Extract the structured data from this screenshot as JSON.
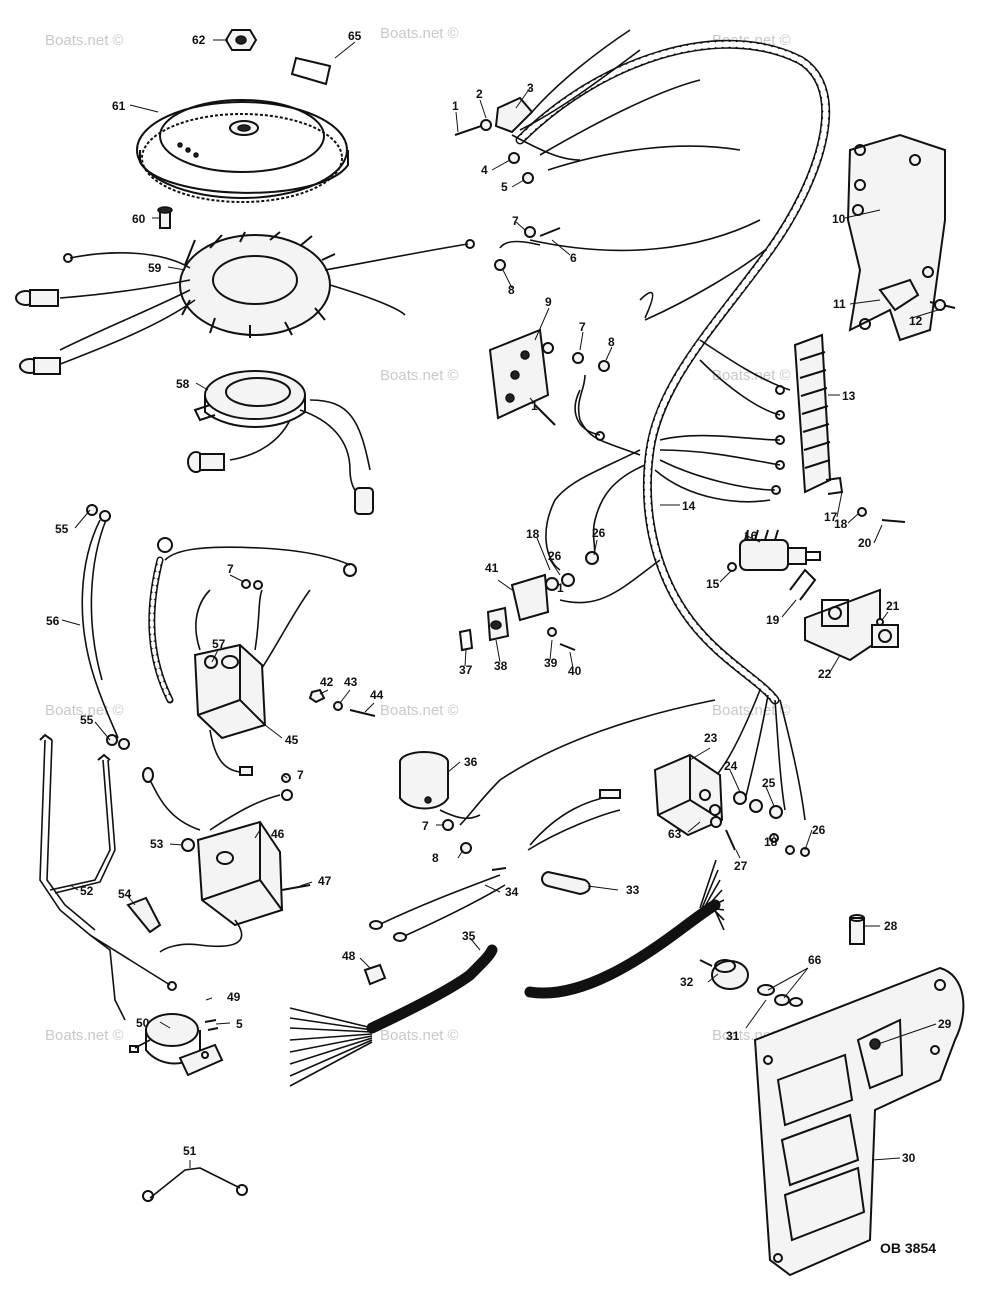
{
  "diagram": {
    "document_code": "OB 3854",
    "watermark": "Boats.net ©",
    "callouts": {
      "p1": "1",
      "p2": "2",
      "p3": "3",
      "p4": "4",
      "p5": "5",
      "p6": "6",
      "p7": "7",
      "p8": "8",
      "p9": "9",
      "p10": "10",
      "p11": "11",
      "p12": "12",
      "p13": "13",
      "p14": "14",
      "p15": "15",
      "p16": "16",
      "p17": "17",
      "p18": "18",
      "p19": "19",
      "p20": "20",
      "p21": "21",
      "p22": "22",
      "p23": "23",
      "p24": "24",
      "p25": "25",
      "p26": "26",
      "p27": "27",
      "p28": "28",
      "p29": "29",
      "p30": "30",
      "p31": "31",
      "p32": "32",
      "p33": "33",
      "p34": "34",
      "p35": "35",
      "p36": "36",
      "p37": "37",
      "p38": "38",
      "p39": "39",
      "p40": "40",
      "p41": "41",
      "p42": "42",
      "p43": "43",
      "p44": "44",
      "p45": "45",
      "p46": "46",
      "p47": "47",
      "p48": "48",
      "p49": "49",
      "p50": "50",
      "p51": "51",
      "p52": "52",
      "p53": "53",
      "p54": "54",
      "p55": "55",
      "p56": "56",
      "p57": "57",
      "p58": "58",
      "p59": "59",
      "p60": "60",
      "p61": "61",
      "p62": "62",
      "p63": "63",
      "p65": "65",
      "p66": "66"
    }
  }
}
